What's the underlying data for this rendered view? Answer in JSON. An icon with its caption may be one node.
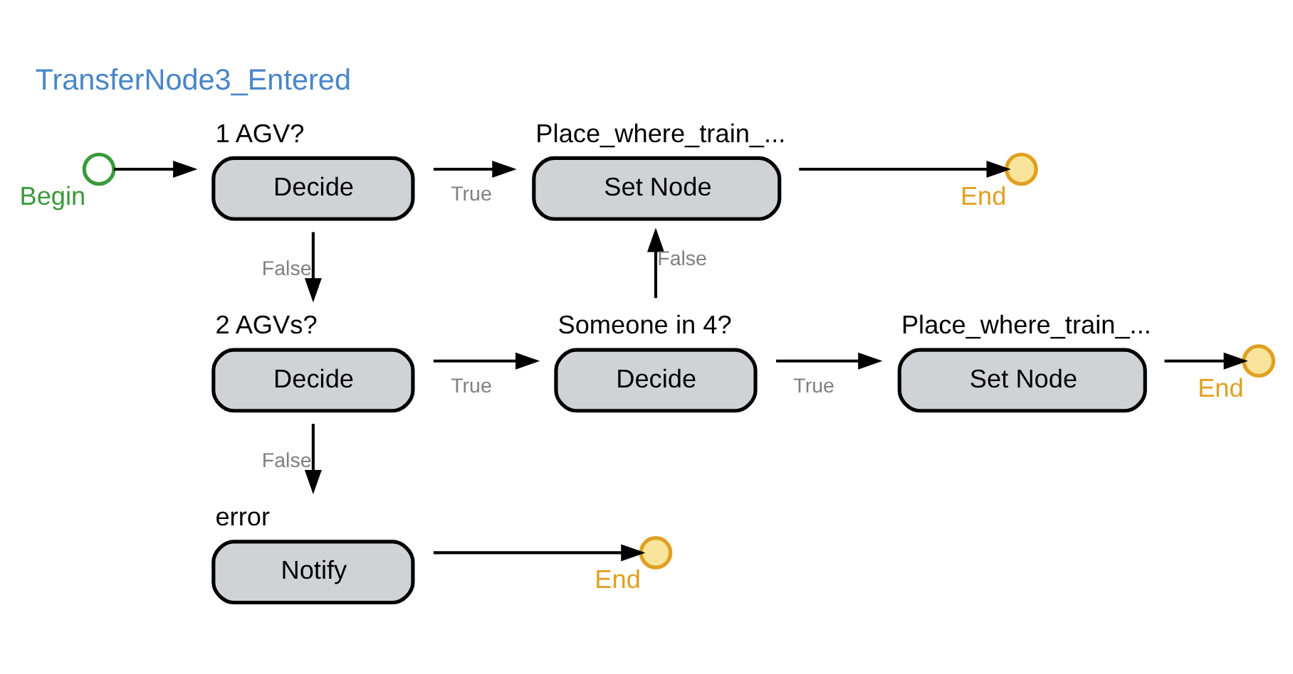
{
  "diagram": {
    "title": "TransferNode3_Entered",
    "nodes": [
      {
        "text": [
          "Begin"
        ]
      },
      {
        "text": [
          "1 AGV?",
          "Decide"
        ]
      },
      {
        "text": [
          "Place_where_train_...",
          "Set Node"
        ]
      },
      {
        "text": [
          "End"
        ]
      },
      {
        "text": [
          "2 AGVs?",
          "Decide"
        ]
      },
      {
        "text": [
          "Someone in 4?",
          "Decide"
        ]
      },
      {
        "text": [
          "Place_where_train_...",
          "Set Node"
        ]
      },
      {
        "text": [
          "End"
        ]
      },
      {
        "text": [
          "error",
          "Notify"
        ]
      },
      {
        "text": [
          "End"
        ]
      }
    ],
    "edges": [
      {
        "from": 0,
        "to": 1,
        "arrow": "to"
      },
      {
        "from": 1,
        "to": 2,
        "arrow": "to",
        "label": "True"
      },
      {
        "from": 1,
        "to": 4,
        "arrow": "to",
        "label": "False"
      },
      {
        "from": 2,
        "to": 3,
        "arrow": "to"
      },
      {
        "from": 4,
        "to": 5,
        "arrow": "to",
        "label": "True"
      },
      {
        "from": 4,
        "to": 8,
        "arrow": "to",
        "label": "False"
      },
      {
        "from": 5,
        "to": 6,
        "arrow": "to",
        "label": "True"
      },
      {
        "from": 5,
        "to": 2,
        "arrow": "to",
        "label": "False"
      },
      {
        "from": 6,
        "to": 7,
        "arrow": "to"
      },
      {
        "from": 8,
        "to": 9,
        "arrow": "to"
      }
    ]
  }
}
